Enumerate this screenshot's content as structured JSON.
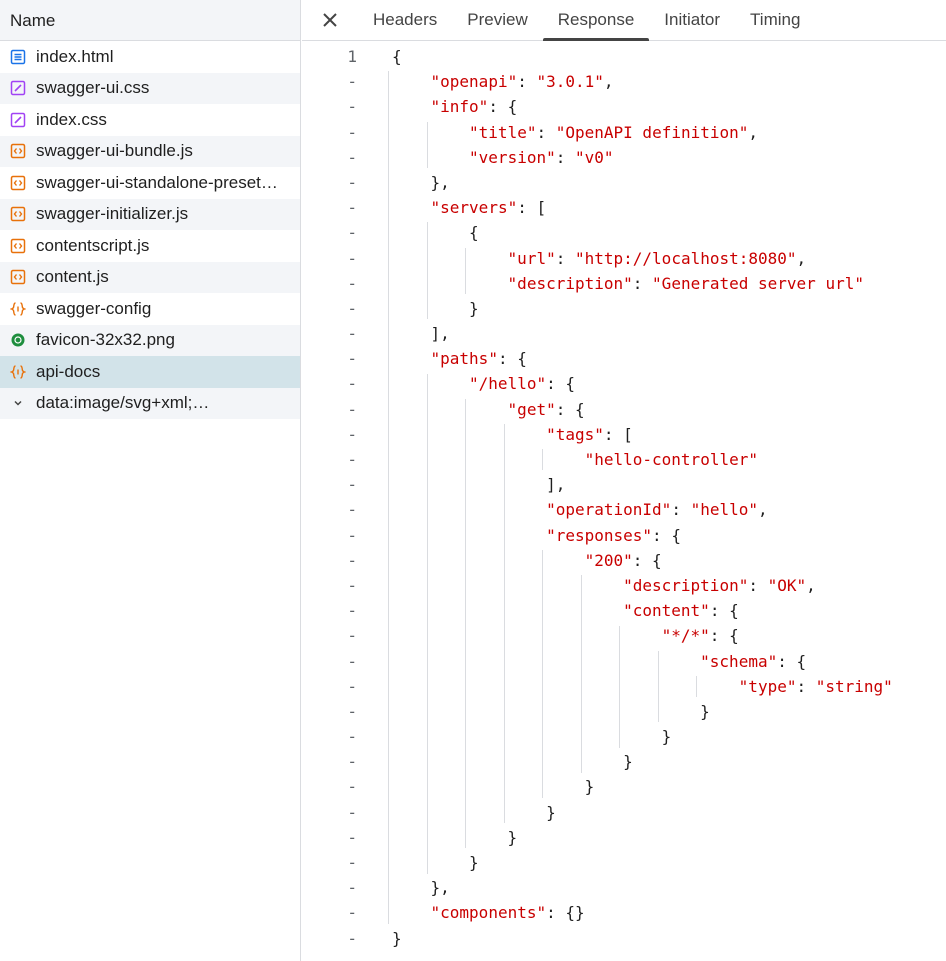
{
  "sidebar": {
    "header": "Name",
    "items": [
      {
        "name": "index.html",
        "icon": "document-icon",
        "color": "#1a73e8"
      },
      {
        "name": "swagger-ui.css",
        "icon": "stylesheet-icon",
        "color": "#a142f4"
      },
      {
        "name": "index.css",
        "icon": "stylesheet-icon",
        "color": "#a142f4"
      },
      {
        "name": "swagger-ui-bundle.js",
        "icon": "script-icon",
        "color": "#e8710a"
      },
      {
        "name": "swagger-ui-standalone-preset…",
        "icon": "script-icon",
        "color": "#e8710a"
      },
      {
        "name": "swagger-initializer.js",
        "icon": "script-icon",
        "color": "#e8710a"
      },
      {
        "name": "contentscript.js",
        "icon": "script-icon",
        "color": "#e8710a"
      },
      {
        "name": "content.js",
        "icon": "script-icon",
        "color": "#e8710a"
      },
      {
        "name": "swagger-config",
        "icon": "json-icon",
        "color": "#e8710a"
      },
      {
        "name": "favicon-32x32.png",
        "icon": "image-icon",
        "color": "#1e8e3e"
      },
      {
        "name": "api-docs",
        "icon": "json-icon",
        "color": "#e8710a",
        "selected": true
      },
      {
        "name": "data:image/svg+xml;…",
        "icon": "chevron-down-icon",
        "color": "#444444"
      }
    ]
  },
  "tabs": {
    "close_icon": "close-icon",
    "items": [
      {
        "label": "Headers"
      },
      {
        "label": "Preview"
      },
      {
        "label": "Response",
        "active": true
      },
      {
        "label": "Initiator"
      },
      {
        "label": "Timing"
      }
    ]
  },
  "response": {
    "first_line_number": "1",
    "other_line_marker": "-",
    "lines": [
      {
        "depth": 0,
        "parts": [
          {
            "t": "p",
            "v": "{"
          }
        ]
      },
      {
        "depth": 1,
        "parts": [
          {
            "t": "k",
            "v": "\"openapi\""
          },
          {
            "t": "p",
            "v": ": "
          },
          {
            "t": "s",
            "v": "\"3.0.1\""
          },
          {
            "t": "p",
            "v": ","
          }
        ]
      },
      {
        "depth": 1,
        "parts": [
          {
            "t": "k",
            "v": "\"info\""
          },
          {
            "t": "p",
            "v": ": {"
          }
        ]
      },
      {
        "depth": 2,
        "parts": [
          {
            "t": "k",
            "v": "\"title\""
          },
          {
            "t": "p",
            "v": ": "
          },
          {
            "t": "s",
            "v": "\"OpenAPI definition\""
          },
          {
            "t": "p",
            "v": ","
          }
        ]
      },
      {
        "depth": 2,
        "parts": [
          {
            "t": "k",
            "v": "\"version\""
          },
          {
            "t": "p",
            "v": ": "
          },
          {
            "t": "s",
            "v": "\"v0\""
          }
        ]
      },
      {
        "depth": 1,
        "parts": [
          {
            "t": "p",
            "v": "},"
          }
        ]
      },
      {
        "depth": 1,
        "parts": [
          {
            "t": "k",
            "v": "\"servers\""
          },
          {
            "t": "p",
            "v": ": ["
          }
        ]
      },
      {
        "depth": 2,
        "parts": [
          {
            "t": "p",
            "v": "{"
          }
        ]
      },
      {
        "depth": 3,
        "parts": [
          {
            "t": "k",
            "v": "\"url\""
          },
          {
            "t": "p",
            "v": ": "
          },
          {
            "t": "s",
            "v": "\"http://localhost:8080\""
          },
          {
            "t": "p",
            "v": ","
          }
        ]
      },
      {
        "depth": 3,
        "parts": [
          {
            "t": "k",
            "v": "\"description\""
          },
          {
            "t": "p",
            "v": ": "
          },
          {
            "t": "s",
            "v": "\"Generated server url\""
          }
        ]
      },
      {
        "depth": 2,
        "parts": [
          {
            "t": "p",
            "v": "}"
          }
        ]
      },
      {
        "depth": 1,
        "parts": [
          {
            "t": "p",
            "v": "],"
          }
        ]
      },
      {
        "depth": 1,
        "parts": [
          {
            "t": "k",
            "v": "\"paths\""
          },
          {
            "t": "p",
            "v": ": {"
          }
        ]
      },
      {
        "depth": 2,
        "parts": [
          {
            "t": "k",
            "v": "\"/hello\""
          },
          {
            "t": "p",
            "v": ": {"
          }
        ]
      },
      {
        "depth": 3,
        "parts": [
          {
            "t": "k",
            "v": "\"get\""
          },
          {
            "t": "p",
            "v": ": {"
          }
        ]
      },
      {
        "depth": 4,
        "parts": [
          {
            "t": "k",
            "v": "\"tags\""
          },
          {
            "t": "p",
            "v": ": ["
          }
        ]
      },
      {
        "depth": 5,
        "parts": [
          {
            "t": "s",
            "v": "\"hello-controller\""
          }
        ]
      },
      {
        "depth": 4,
        "parts": [
          {
            "t": "p",
            "v": "],"
          }
        ]
      },
      {
        "depth": 4,
        "parts": [
          {
            "t": "k",
            "v": "\"operationId\""
          },
          {
            "t": "p",
            "v": ": "
          },
          {
            "t": "s",
            "v": "\"hello\""
          },
          {
            "t": "p",
            "v": ","
          }
        ]
      },
      {
        "depth": 4,
        "parts": [
          {
            "t": "k",
            "v": "\"responses\""
          },
          {
            "t": "p",
            "v": ": {"
          }
        ]
      },
      {
        "depth": 5,
        "parts": [
          {
            "t": "k",
            "v": "\"200\""
          },
          {
            "t": "p",
            "v": ": {"
          }
        ]
      },
      {
        "depth": 6,
        "parts": [
          {
            "t": "k",
            "v": "\"description\""
          },
          {
            "t": "p",
            "v": ": "
          },
          {
            "t": "s",
            "v": "\"OK\""
          },
          {
            "t": "p",
            "v": ","
          }
        ]
      },
      {
        "depth": 6,
        "parts": [
          {
            "t": "k",
            "v": "\"content\""
          },
          {
            "t": "p",
            "v": ": {"
          }
        ]
      },
      {
        "depth": 7,
        "parts": [
          {
            "t": "k",
            "v": "\"*/*\""
          },
          {
            "t": "p",
            "v": ": {"
          }
        ]
      },
      {
        "depth": 8,
        "parts": [
          {
            "t": "k",
            "v": "\"schema\""
          },
          {
            "t": "p",
            "v": ": {"
          }
        ]
      },
      {
        "depth": 9,
        "parts": [
          {
            "t": "k",
            "v": "\"type\""
          },
          {
            "t": "p",
            "v": ": "
          },
          {
            "t": "s",
            "v": "\"string\""
          }
        ]
      },
      {
        "depth": 8,
        "parts": [
          {
            "t": "p",
            "v": "}"
          }
        ]
      },
      {
        "depth": 7,
        "parts": [
          {
            "t": "p",
            "v": "}"
          }
        ]
      },
      {
        "depth": 6,
        "parts": [
          {
            "t": "p",
            "v": "}"
          }
        ]
      },
      {
        "depth": 5,
        "parts": [
          {
            "t": "p",
            "v": "}"
          }
        ]
      },
      {
        "depth": 4,
        "parts": [
          {
            "t": "p",
            "v": "}"
          }
        ]
      },
      {
        "depth": 3,
        "parts": [
          {
            "t": "p",
            "v": "}"
          }
        ]
      },
      {
        "depth": 2,
        "parts": [
          {
            "t": "p",
            "v": "}"
          }
        ]
      },
      {
        "depth": 1,
        "parts": [
          {
            "t": "p",
            "v": "},"
          }
        ]
      },
      {
        "depth": 1,
        "parts": [
          {
            "t": "k",
            "v": "\"components\""
          },
          {
            "t": "p",
            "v": ": {}"
          }
        ]
      },
      {
        "depth": 0,
        "parts": [
          {
            "t": "p",
            "v": "}"
          }
        ]
      }
    ]
  },
  "colors": {
    "key": "#c80000",
    "string": "#c80000",
    "punctuation": "#1f1f1f",
    "selected_row": "#d2e3e9",
    "stripe_row": "#f3f5f8"
  }
}
